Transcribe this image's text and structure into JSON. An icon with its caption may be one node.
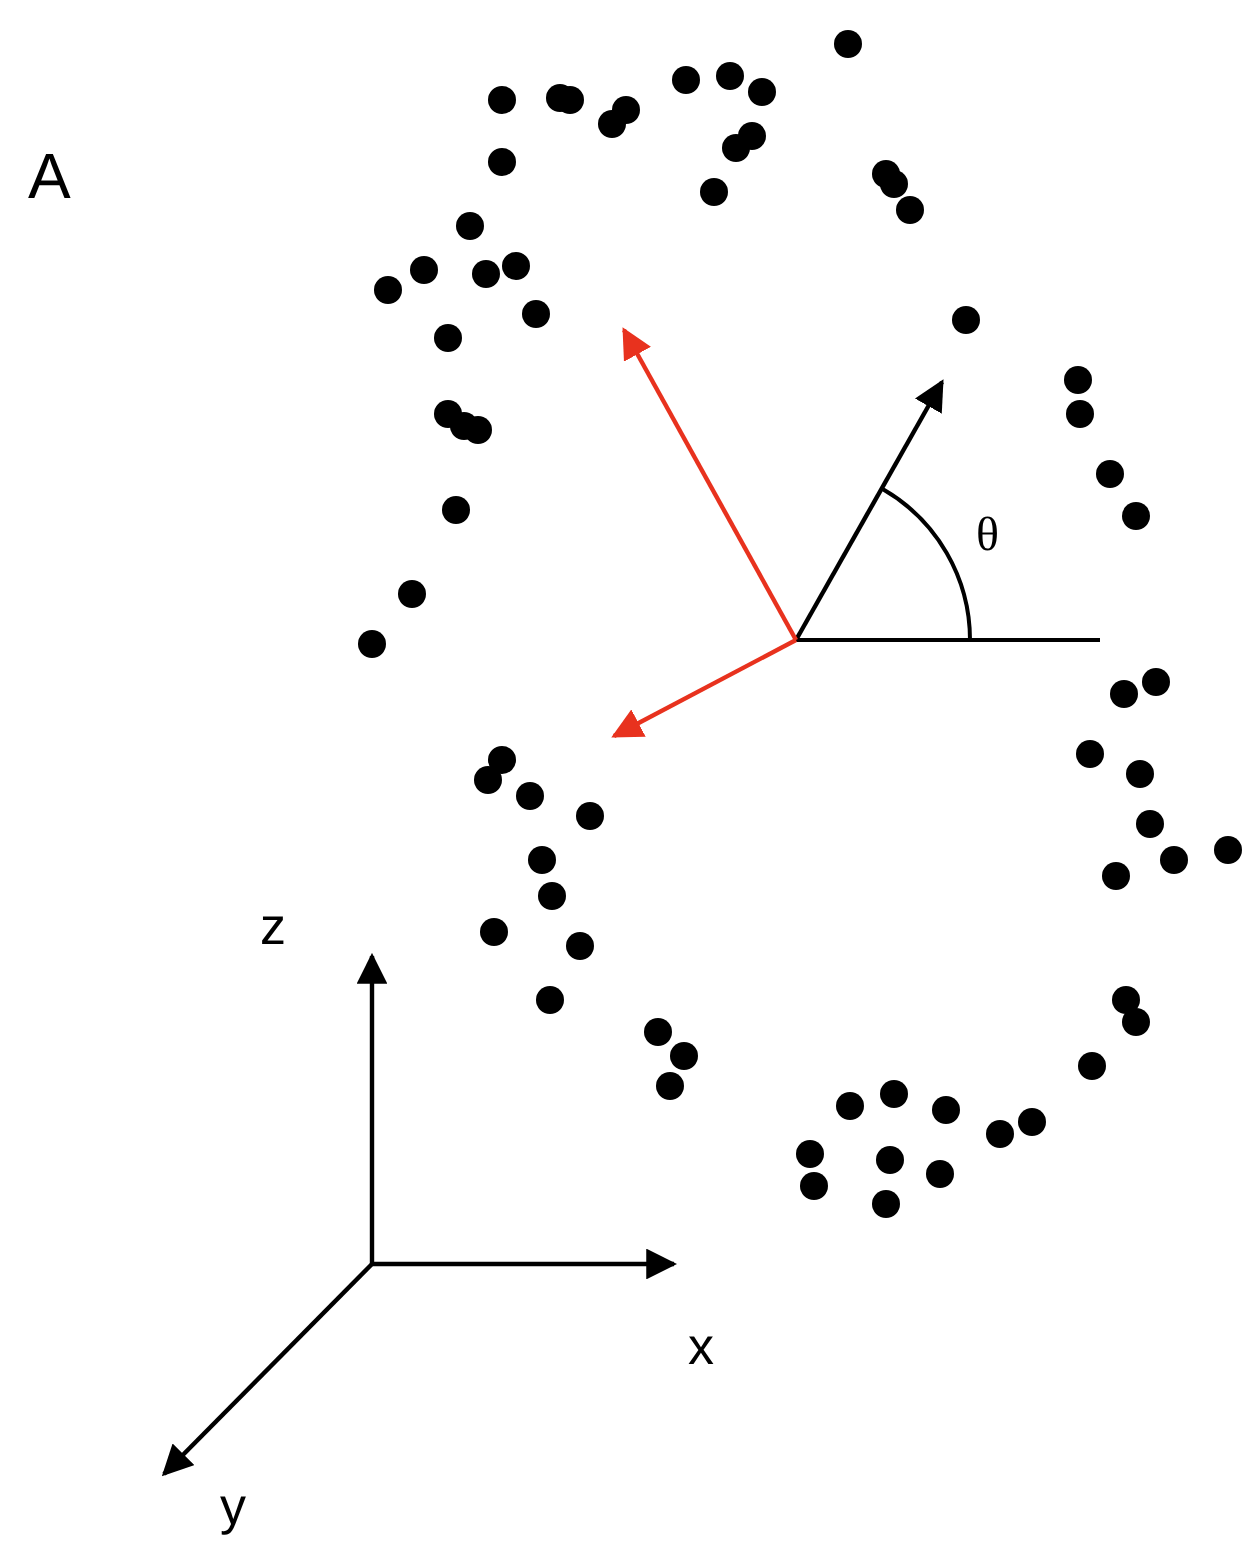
{
  "diagram": {
    "labels": [
      "A",
      "θ",
      "z",
      "x",
      "y"
    ]
  }
}
